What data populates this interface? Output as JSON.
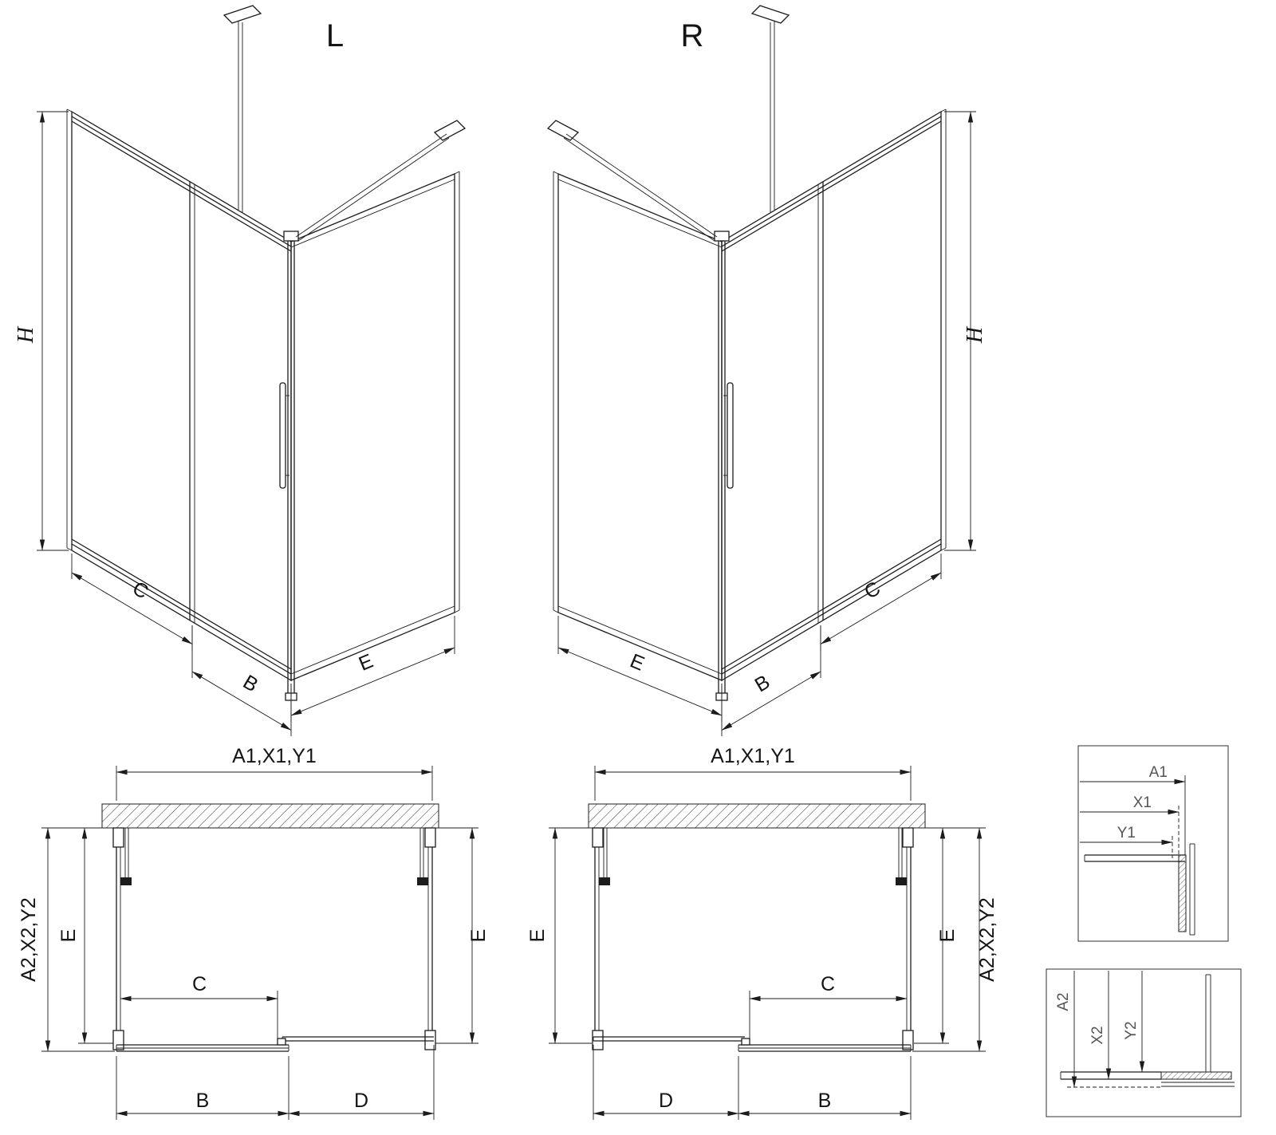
{
  "page": {
    "background": "#ffffff"
  },
  "colors": {
    "line": "#1c1c1c",
    "detail_label": "#555555"
  },
  "iso_left": {
    "title": "L",
    "dim_height": "H",
    "dim_c": "C",
    "dim_b": "B",
    "dim_e": "E"
  },
  "iso_right": {
    "title": "R",
    "dim_height": "H",
    "dim_c": "C",
    "dim_b": "B",
    "dim_e": "E"
  },
  "plan_left": {
    "dim_width_top": "A1,X1,Y1",
    "dim_depth_outer": "A2,X2,Y2",
    "dim_e_left": "E",
    "dim_e_right": "E",
    "dim_c": "C",
    "dim_b": "B",
    "dim_d": "D"
  },
  "plan_right": {
    "dim_width_top": "A1,X1,Y1",
    "dim_depth_outer": "A2,X2,Y2",
    "dim_e_left": "E",
    "dim_e_right": "E",
    "dim_c": "C",
    "dim_b": "B",
    "dim_d": "D"
  },
  "detail_top": {
    "dim_a": "A1",
    "dim_x": "X1",
    "dim_y": "Y1"
  },
  "detail_bottom": {
    "dim_a": "A2",
    "dim_x": "X2",
    "dim_y": "Y2"
  }
}
